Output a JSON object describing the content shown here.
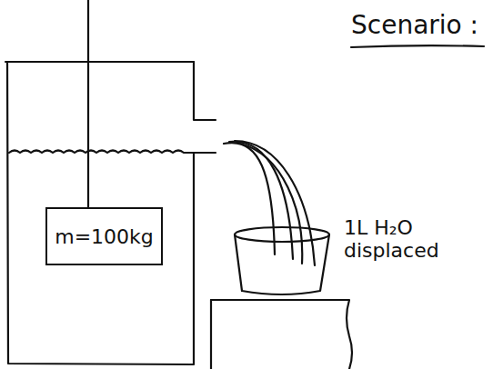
{
  "diagram": {
    "title": "Scenario :",
    "nodes": [
      {
        "text": [
          "m=100kg"
        ]
      }
    ],
    "labels": [
      "1L H₂O displaced"
    ]
  }
}
